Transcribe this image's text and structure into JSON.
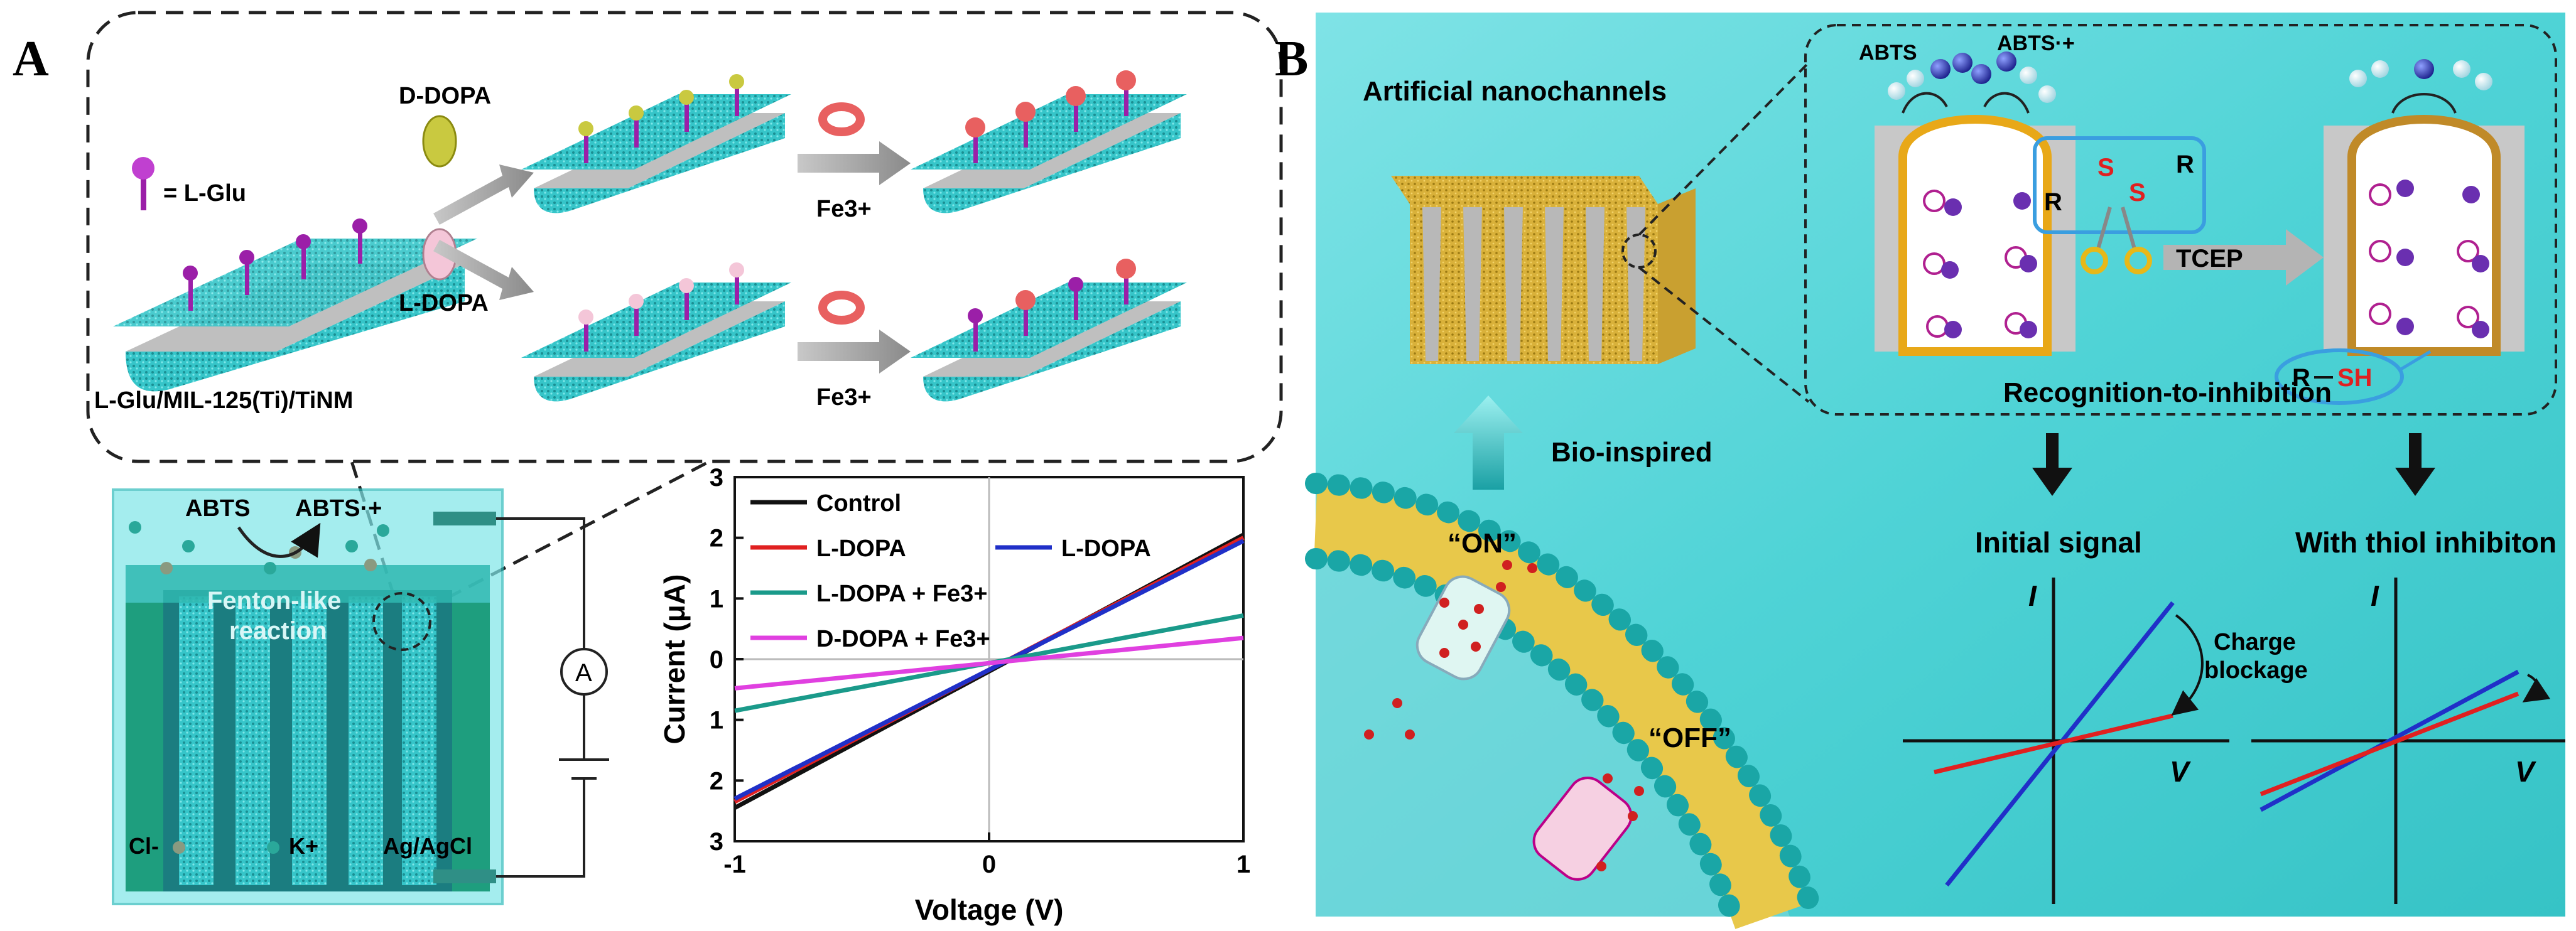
{
  "colors": {
    "teal_bg": "#4fd3d6",
    "teal_dark": "#1aa6a6",
    "membrane_teal": "#2fbcbc",
    "nanotube": "#36c5c9",
    "purple": "#9b1fa8",
    "gold": "#d4a017",
    "red": "#e02020",
    "blue": "#2030c8",
    "black": "#111111",
    "magenta": "#e040e0",
    "green": "#1a9a8a"
  },
  "panel_a": {
    "label": "A",
    "legend_text": "= L-Glu",
    "membrane_label": "L-Glu/MIL-125(Ti)/TiNM",
    "d_dopa": "D-DOPA",
    "l_dopa": "L-DOPA",
    "fe_top": "Fe3+",
    "fe_bottom": "Fe3+",
    "abts": "ABTS",
    "abts_radical": "ABTS·+",
    "fenton_line1": "Fenton-like",
    "fenton_line2": "reaction",
    "ammeter": "A",
    "cl": "Cl-",
    "k": "K+",
    "electrode": "Ag/AgCl"
  },
  "chart_data": {
    "type": "line",
    "xlabel": "Voltage (V)",
    "ylabel": "Current (μA)",
    "xlim": [
      -1,
      1
    ],
    "ylim": [
      -3,
      3
    ],
    "x_ticks": [
      "-1",
      "0",
      "1"
    ],
    "y_ticks": [
      "3",
      "2",
      "1",
      "0",
      "1",
      "2",
      "3"
    ],
    "legend_position": "top-left",
    "series": [
      {
        "name": "Control",
        "color": "#111111",
        "x": [
          -1,
          1
        ],
        "y": [
          -2.45,
          2.05
        ]
      },
      {
        "name": "L-DOPA",
        "color": "#e02020",
        "x": [
          -1,
          1
        ],
        "y": [
          -2.35,
          2.0
        ]
      },
      {
        "name": "L-DOPA",
        "color": "#2030c8",
        "x": [
          -1,
          1
        ],
        "y": [
          -2.3,
          1.95
        ]
      },
      {
        "name": "L-DOPA + Fe3+",
        "color": "#1a9a8a",
        "x": [
          -1,
          1
        ],
        "y": [
          -0.85,
          0.72
        ]
      },
      {
        "name": "D-DOPA + Fe3+",
        "color": "#e040e0",
        "x": [
          -1,
          1
        ],
        "y": [
          -0.48,
          0.35
        ]
      }
    ]
  },
  "panel_b": {
    "label": "B",
    "title": "Artificial nanochannels",
    "bio_inspired": "Bio-inspired",
    "on": "“ON”",
    "off": "“OFF”",
    "abts": "ABTS",
    "abts_radical": "ABTS·+",
    "r_left": "R",
    "s1": "S",
    "s2": "S",
    "r_right": "R",
    "tcep": "TCEP",
    "thiol_r": "R",
    "thiol_sh": "SH",
    "recognition": "Recognition-to-inhibition",
    "initial_signal": "Initial signal",
    "with_thiol": "With thiol inhibiton",
    "charge_line1": "Charge",
    "charge_line2": "blockage",
    "axis_i1": "I",
    "axis_v1": "V",
    "axis_i2": "I",
    "axis_v2": "V"
  }
}
